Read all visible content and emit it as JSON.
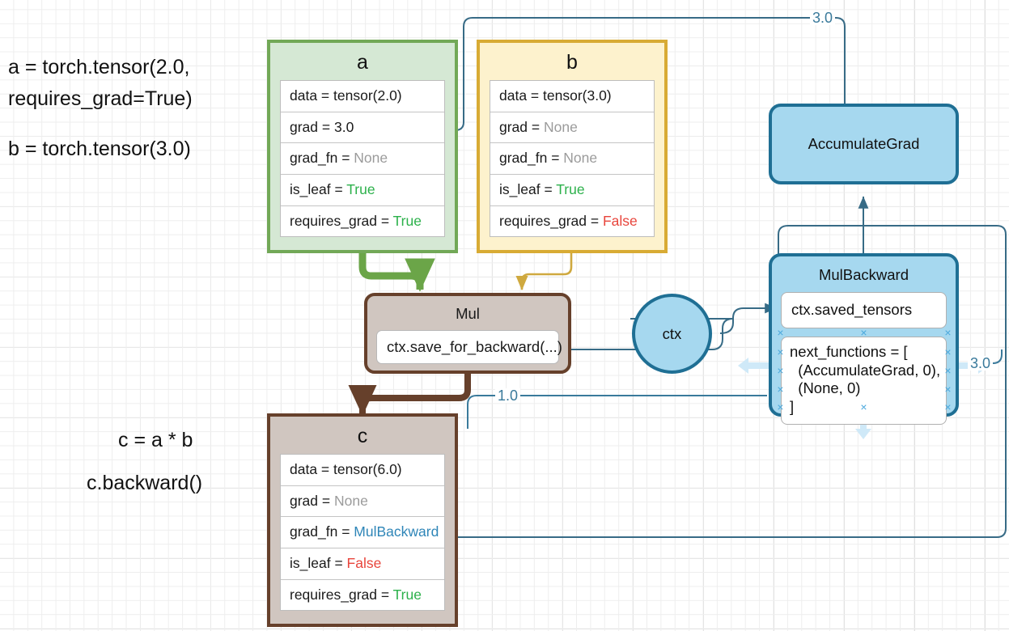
{
  "diagram": {
    "title": "PyTorch autograd computational graph",
    "colors": {
      "green_fill": "#d5e8d4",
      "green_stroke": "#72a857",
      "yellow_fill": "#fdf2cd",
      "yellow_stroke": "#d8ab34",
      "taupe_fill": "#d0c6c0",
      "taupe_stroke": "#66402b",
      "blue_fill": "#a6d8ef",
      "blue_stroke": "#1f6f94",
      "true_color": "#2cb14b",
      "false_color": "#e8453c",
      "none_color": "#9b9b9b",
      "link_color": "#2f86b8",
      "edge_label_color": "#3a7a9b",
      "selection_color": "#4aa8dd"
    }
  },
  "captions": {
    "top": "a = torch.tensor(2.0,\nrequires_grad=True)",
    "top2": "b = torch.tensor(3.0)",
    "bottom": "c = a * b",
    "bottom2": "c.backward()"
  },
  "nodes": {
    "a": {
      "title": "a",
      "fields": [
        {
          "key": "data = ",
          "value": "tensor(2.0)",
          "value_class": "plain"
        },
        {
          "key": "grad = ",
          "value": "3.0",
          "value_class": "plain"
        },
        {
          "key": "grad_fn = ",
          "value": "None",
          "value_class": "none"
        },
        {
          "key": "is_leaf = ",
          "value": "True",
          "value_class": "true"
        },
        {
          "key": "requires_grad = ",
          "value": "True",
          "value_class": "true"
        }
      ]
    },
    "b": {
      "title": "b",
      "fields": [
        {
          "key": "data = ",
          "value": "tensor(3.0)",
          "value_class": "plain"
        },
        {
          "key": "grad = ",
          "value": "None",
          "value_class": "none"
        },
        {
          "key": "grad_fn = ",
          "value": "None",
          "value_class": "none"
        },
        {
          "key": "is_leaf = ",
          "value": "True",
          "value_class": "true"
        },
        {
          "key": "requires_grad = ",
          "value": "False",
          "value_class": "false"
        }
      ]
    },
    "c": {
      "title": "c",
      "fields": [
        {
          "key": "data = ",
          "value": "tensor(6.0)",
          "value_class": "plain"
        },
        {
          "key": "grad = ",
          "value": "None",
          "value_class": "none"
        },
        {
          "key": "grad_fn = ",
          "value": "MulBackward",
          "value_class": "link"
        },
        {
          "key": "is_leaf = ",
          "value": "False",
          "value_class": "false"
        },
        {
          "key": "requires_grad = ",
          "value": "True",
          "value_class": "true"
        }
      ]
    },
    "mul": {
      "title": "Mul",
      "slot": "ctx.save_for_backward(...)"
    },
    "ctx": {
      "label": "ctx"
    },
    "accumulate_grad": {
      "label": "AccumulateGrad"
    },
    "mul_backward": {
      "title": "MulBackward",
      "saved_tensors": "ctx.saved_tensors",
      "next_functions": "next_functions = [\n  (AccumulateGrad, 0),\n  (None, 0)\n]"
    }
  },
  "edge_labels": {
    "top_grad": "3.0",
    "c_grad": "1.0",
    "right_grad": "3.0"
  }
}
